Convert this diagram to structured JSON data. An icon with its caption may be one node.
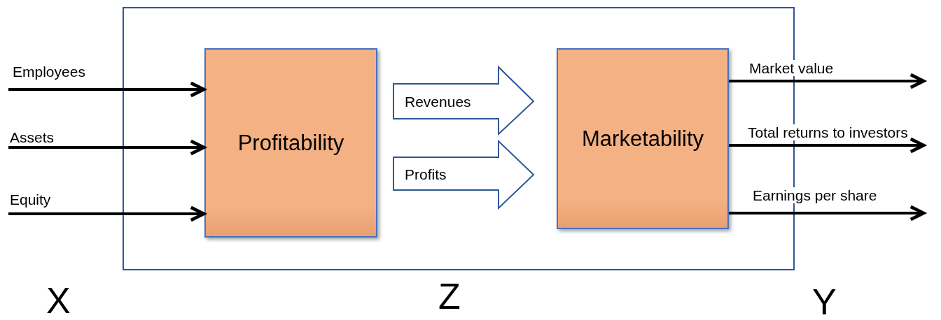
{
  "diagram": {
    "nodes": [
      {
        "text": [],
        "shape": "box"
      },
      {
        "text": [
          "Profitability"
        ],
        "in": 0
      },
      {
        "text": [
          "Marketability"
        ],
        "in": 0
      }
    ],
    "edges": [
      {
        "from": null,
        "to": 1,
        "arrow": "to",
        "label": "Employees"
      },
      {
        "from": null,
        "to": 1,
        "arrow": "to",
        "label": "Assets"
      },
      {
        "from": null,
        "to": 1,
        "arrow": "to",
        "label": "Equity"
      },
      {
        "from": 1,
        "to": 2,
        "arrow": "to",
        "label": "Revenues",
        "style": "thick"
      },
      {
        "from": 1,
        "to": 2,
        "arrow": "to",
        "label": "Profits",
        "style": "thick"
      },
      {
        "from": 2,
        "to": null,
        "arrow": "to",
        "label": "Market value"
      },
      {
        "from": 2,
        "to": null,
        "arrow": "to",
        "label": "Total returns to investors"
      },
      {
        "from": 2,
        "to": null,
        "arrow": "to",
        "label": "Earnings per share"
      }
    ],
    "labels": [
      "X",
      "Z",
      "Y"
    ]
  }
}
